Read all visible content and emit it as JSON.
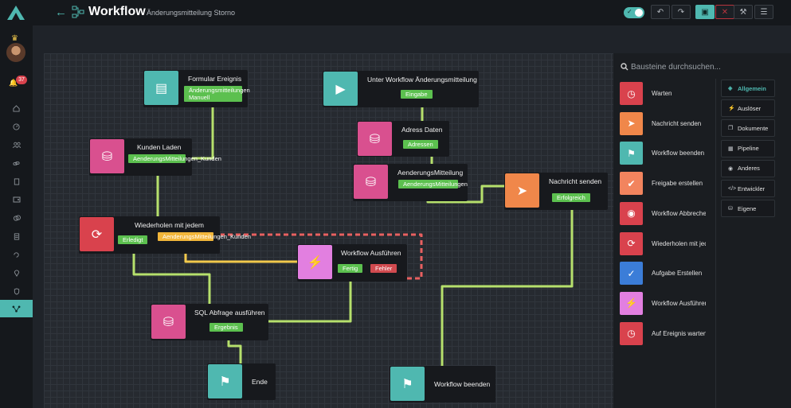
{
  "header": {
    "title": "Workflow",
    "subtitle": "Änderungsmitteilung Storno",
    "toggle_icon": "check-icon",
    "buttons": [
      "undo-icon",
      "redo-icon",
      "save-icon",
      "close-icon",
      "magic-icon",
      "sliders-icon"
    ]
  },
  "sidebar": {
    "notification_count": "37",
    "items": [
      "home-icon",
      "gauge-icon",
      "users-icon",
      "link-icon",
      "clipboard-icon",
      "wallet-icon",
      "coins-icon",
      "document-icon",
      "refresh-doc-icon",
      "pin-icon",
      "shield-icon",
      "workflow-icon"
    ],
    "active_index": 11
  },
  "canvas": {
    "nodes": {
      "formular": {
        "title": "Formular Ereignis",
        "chip": "Änderungsmitteilungen Manuell"
      },
      "unter": {
        "title": "Unter Workflow Änderungsmitteilung",
        "chip": "Eingabe"
      },
      "adress": {
        "title": "Adress Daten",
        "chip": "Adressen"
      },
      "kunden": {
        "title": "Kunden Laden",
        "chip": "AenderungsMitteilungen_Kunden"
      },
      "aenderung": {
        "title": "AenderungsMitteilung",
        "chip": "AenderungsMitteilungen"
      },
      "nachricht": {
        "title": "Nachricht senden",
        "chip": "Erfolgreich"
      },
      "wiederholen": {
        "title": "Wiederholen mit jedem",
        "chip1": "Erledigt",
        "chip2": "AenderungsMitteilungen_Kunden"
      },
      "ausfuehren": {
        "title": "Workflow Ausführen",
        "chip1": "Fertig",
        "chip2": "Fehler"
      },
      "sql": {
        "title": "SQL Abfrage ausführen",
        "chip": "Ergebnis"
      },
      "ende": {
        "title": "Ende"
      },
      "beenden": {
        "title": "Workflow beenden"
      }
    }
  },
  "panel": {
    "search_placeholder": "Bausteine durchsuchen...",
    "blocks": [
      {
        "label": "Warten",
        "icon": "clock-icon",
        "color": "#d9424d"
      },
      {
        "label": "Nachricht senden",
        "icon": "send-icon",
        "color": "#f0874a"
      },
      {
        "label": "Workflow beenden",
        "icon": "flag-icon",
        "color": "#4fb8b0"
      },
      {
        "label": "Freigabe erstellen",
        "icon": "user-check-icon",
        "color": "#f2845e"
      },
      {
        "label": "Workflow Abbrechen",
        "icon": "stop-icon",
        "color": "#d9424d"
      },
      {
        "label": "Wiederholen mit jedem",
        "icon": "repeat-icon",
        "color": "#d9424d"
      },
      {
        "label": "Aufgabe Erstellen",
        "icon": "check-icon",
        "color": "#3b7dd8"
      },
      {
        "label": "Workflow Ausführen",
        "icon": "bolt-icon",
        "color": "#e27fe0"
      },
      {
        "label": "Auf Ereignis warten",
        "icon": "clock-icon",
        "color": "#d9424d"
      }
    ],
    "tabs": [
      {
        "label": "Allgemein",
        "icon": "layers-icon",
        "active": true
      },
      {
        "label": "Auslöser",
        "icon": "bolt-icon",
        "active": false
      },
      {
        "label": "Dokumente",
        "icon": "copy-icon",
        "active": false
      },
      {
        "label": "Pipeline",
        "icon": "pipeline-icon",
        "active": false
      },
      {
        "label": "Anderes",
        "icon": "eye-icon",
        "active": false
      },
      {
        "label": "Entwickler",
        "icon": "code-icon",
        "active": false
      },
      {
        "label": "Eigene",
        "icon": "database-icon",
        "active": false
      }
    ]
  }
}
